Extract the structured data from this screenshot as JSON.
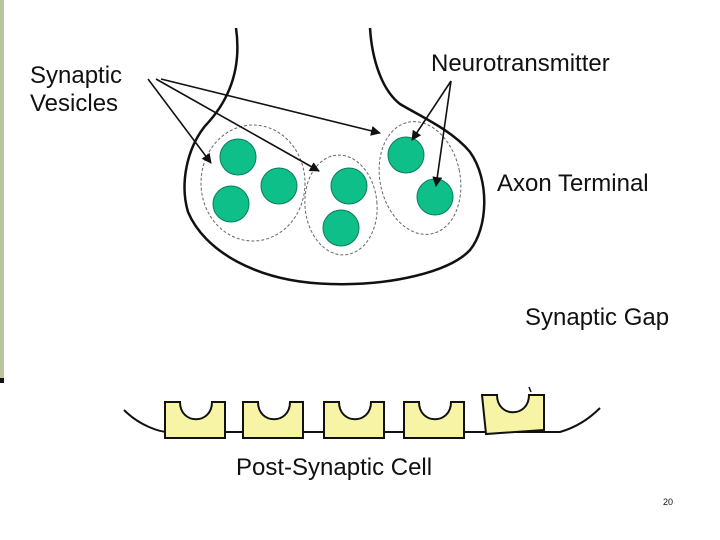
{
  "labels": {
    "vesicles_line1": "Synaptic",
    "vesicles_line2": "Vesicles",
    "neurotransmitter": "Neurotransmitter",
    "axon_terminal": "Axon Terminal",
    "synaptic_gap": "Synaptic Gap",
    "post_synaptic_cell": "Post-Synaptic Cell"
  },
  "page_number": "20",
  "colors": {
    "neurotransmitter_fill": "#0fbf8a",
    "receptor_fill": "#f8f4a6",
    "outline": "#111111",
    "left_bar": "#b9c4a0"
  }
}
